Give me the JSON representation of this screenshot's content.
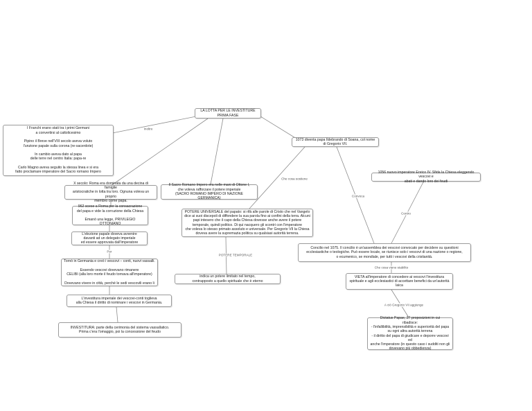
{
  "nodes": {
    "root": "LA LOTTA PER LE INVESTITURE\nPRIMA FASE",
    "franchi": "I Franchi erano stati tra i primi Germani\na convertirsi al cattolicesimo\n\nPipino il Breve nell'VIII secolo aveva voluto\nl'unzione papale sulla corona (re-sacerdote)\n\nIn cambio aveva dato al papa\ndelle terre nel centro Italia: papa-re\n\nCarlo Magno aveva seguito la stessa linea e si era\nfatto proclamare imperatore del Sacro romano Impero",
    "x_secolo": "X secolo: Roma era dominata da una decina di famiglie\naristocratiche in lotta tra loro. Ognuna voleva un proprio\nmembro come papa.",
    "sacro_romano": "Il Sacro Romano Impero era nelle mani di Ottone I,\nche voleva rafforzare il potere imperiale\n(SACRO ROMANO IMPERO DI NAZIONE GERMANICA)",
    "ildebrando": "1073 diventa papa Ildebrando di Soana, col nome\ndi Gregorio VII.",
    "enrico_iv": "1056 nuovo imperatore Enrico IV. Sfida la Chiesa eleggendo vescovi e\nabati e dando loro dei feudi",
    "ottone_962": "962 scese a Roma per la consacrazione\ndel papa e vide la corruzione della Chiesa\n\nEmanò una legge, PRIVILEGIO OTTONIANO",
    "elezione_papale": "L'elezione papale doveva avvenire\ndavanti ad un delegato imperiale\ned essere approvata dall'imperatore",
    "vescovi_conti": "Tornò in Germania e creò i vescovi – conti, nuovi vassalli.\n\nEssendo vescovi dovevano rimanere\nCELIBI (alla loro morte il feudo tornava all'imperatore)\n\nDovevano vivere in città, perché le sedi vescovili erano li",
    "investitura_imperiale": "L'investitura imperiale dei vescovi-conti toglieva\nalla Chiesa il diritto di nominare i vescovi in Germania.",
    "investitura_def": "INVESTITURA: parte della cerimonia del sistema vassallatico.\nPrima c'era l'omaggio, poi la concessione del feudo",
    "potere_universale": "POTERE UNIVERSALE del papato: si rifà alle parole di Cristo che nel Vangelo\ndice ai suoi discepoli di diffondere la sua parola fino ai confini della terra. Alcuni\npapi intesero che il capo della Chiesa dovesse anche avere il potere\ntemporale, quindi politico. Di qui nacquero gli scontri con l'imperatore\nche voleva lo stesso primato assoluto e universale. Per Gregorio VII la Chiesa\ndoveva avere la supremazia politica su qualsiasi autorità terrena.",
    "potere_temporale": "indica un potere limitato nel tempo,\ncontrapposto a quello spirituale che è eterno",
    "concilio": "Concilio nel 1075. Il concilio è un'assemblea dei vescovi convocato per decidere su questioni\necclesiastiche o teologiche. Può essere locale, se riunisce solo i vescovi di una nazione o regione,\no ecumenico, se mondiale, per tutti i vescovi della cristianità.",
    "vieta": "VIETA all'imperatore di concedere ai vescovi l'investitura\nspirituale e agli ecclesiastici di accettare benefici da un'autorità laica",
    "dictatus": "Dictatus Papae, 27 proposizioni in cui\nribadisce:\n- l'infallibilità, imprensibilità e superiorità del papa\nsu ogni altra autorità terrena\n- il diritto del papa di giudicare e deporre vescovi ed\nanche l'imperatore (in questo caso i sudditi non gli\ndovevano più obbedienza)"
  },
  "edge_labels": {
    "root_franchi": "Inoltre",
    "ildebrando_potere": "Che cosa sostiene",
    "ildebrando_concilio": "Convoca",
    "concilio_enrico": "Contro",
    "potere_temporale": "POTERE TEMPORALE",
    "concilio_vieta": "Che cosa viene stabilito",
    "vieta_dictatus": "A ciò Gregorio VII aggiunge",
    "ottone_elezione": "Per"
  }
}
